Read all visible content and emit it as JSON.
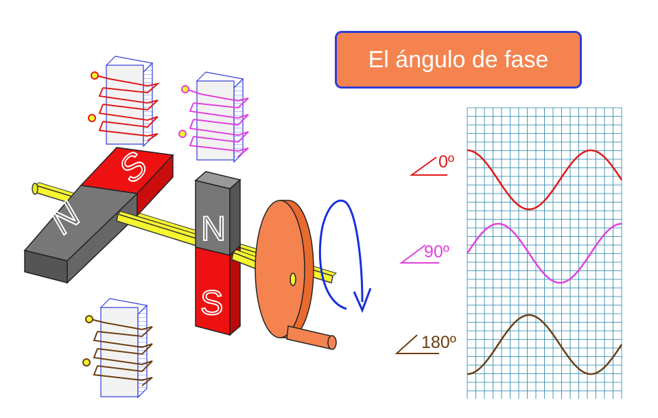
{
  "title": "El ángulo de fase",
  "phases": [
    {
      "label": "0º",
      "degrees": 0,
      "color": "#e01818"
    },
    {
      "label": "90º",
      "degrees": 90,
      "color": "#e040e0"
    },
    {
      "label": "180º",
      "degrees": 180,
      "color": "#6b3d12"
    }
  ],
  "magnet_labels": {
    "north": "N",
    "south": "S"
  },
  "colors": {
    "title_bg": "#f4834f",
    "title_border": "#2e3bd8",
    "grid": "#1a7fa8",
    "shaft": "#f5f530",
    "disc": "#f4834f",
    "rotation_arrow": "#1a2ee0",
    "magnet_gray": "#777777",
    "magnet_red": "#ee1111"
  }
}
